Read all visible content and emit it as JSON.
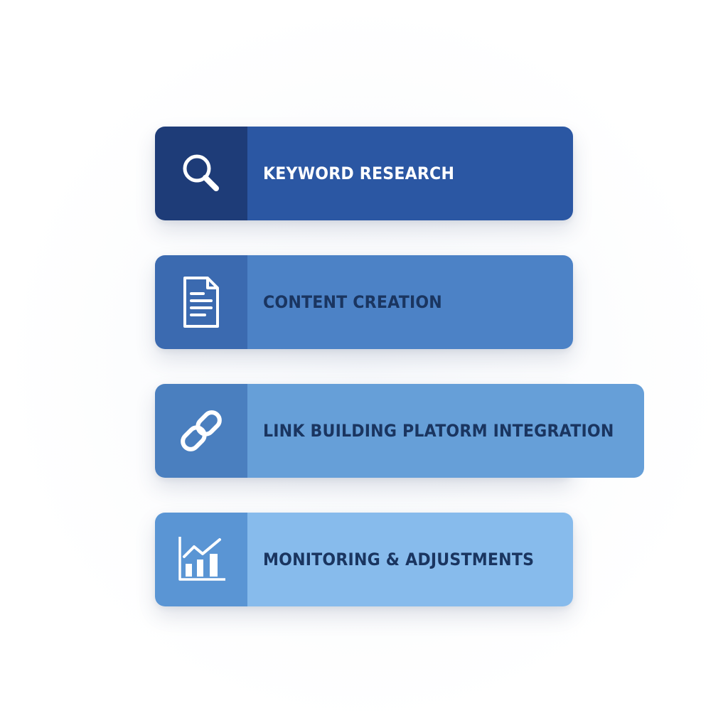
{
  "steps": [
    {
      "label": "KEYWORD RESEARCH",
      "icon": "search-icon"
    },
    {
      "label": "CONTENT CREATION",
      "icon": "document-icon"
    },
    {
      "label": "LINK BUILDING PLATORM INTEGRATION",
      "icon": "link-icon"
    },
    {
      "label": "MONITORING & ADJUSTMENTS",
      "icon": "chart-icon"
    }
  ],
  "colors": {
    "step1_icon_bg": "#1e3c78",
    "step1_bg": "#2b57a3",
    "step2_icon_bg": "#3b6ab0",
    "step2_bg": "#4c82c6",
    "step3_icon_bg": "#4a7fbf",
    "step3_bg": "#669fd8",
    "step4_icon_bg": "#5a95d4",
    "step4_bg": "#87bbec",
    "dark_text": "#1a3560",
    "light_text": "#ffffff"
  }
}
